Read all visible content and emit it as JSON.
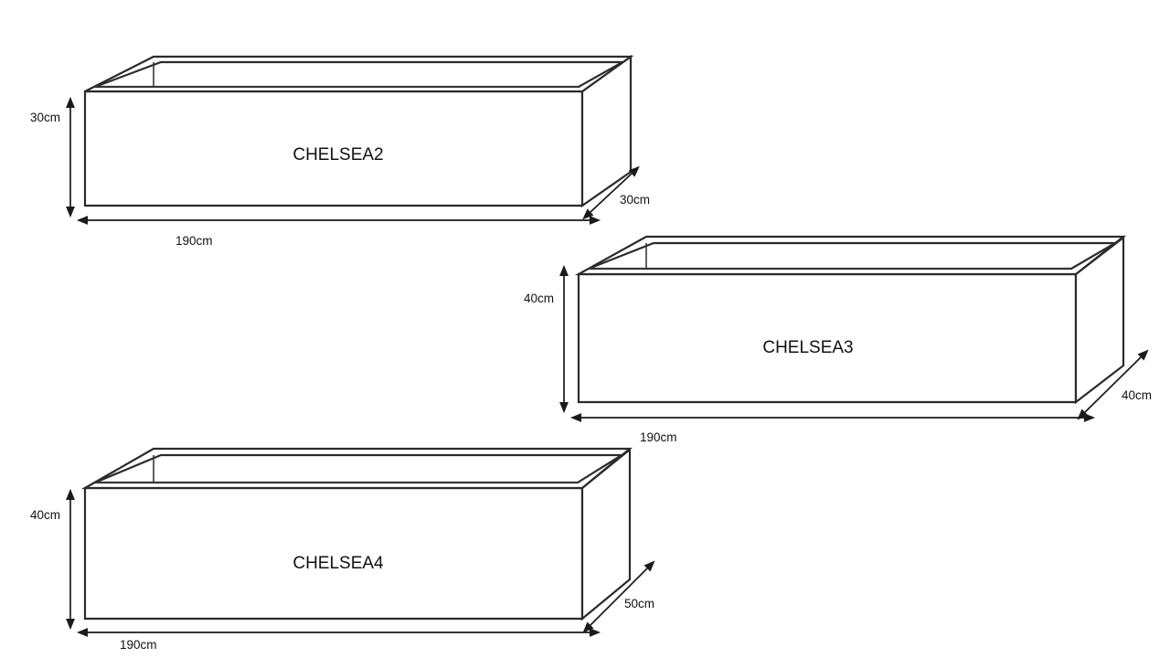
{
  "page": {
    "title": "Chelsea planter box dimension diagram",
    "background_color": "#ffffff",
    "line_color": "#2b2b2b",
    "text_color": "#111111",
    "unit_suffix": "cm"
  },
  "products": [
    {
      "id": "chelsea2",
      "label": "CHELSEA2",
      "height_label": "30cm",
      "length_label": "190cm",
      "depth_label": "30cm",
      "height_cm": 30,
      "length_cm": 190,
      "depth_cm": 30
    },
    {
      "id": "chelsea3",
      "label": "CHELSEA3",
      "height_label": "40cm",
      "length_label": "190cm",
      "depth_label": "40cm",
      "height_cm": 40,
      "length_cm": 190,
      "depth_cm": 40
    },
    {
      "id": "chelsea4",
      "label": "CHELSEA4",
      "height_label": "40cm",
      "length_label": "190cm",
      "depth_label": "50cm",
      "height_cm": 40,
      "length_cm": 190,
      "depth_cm": 50
    }
  ]
}
